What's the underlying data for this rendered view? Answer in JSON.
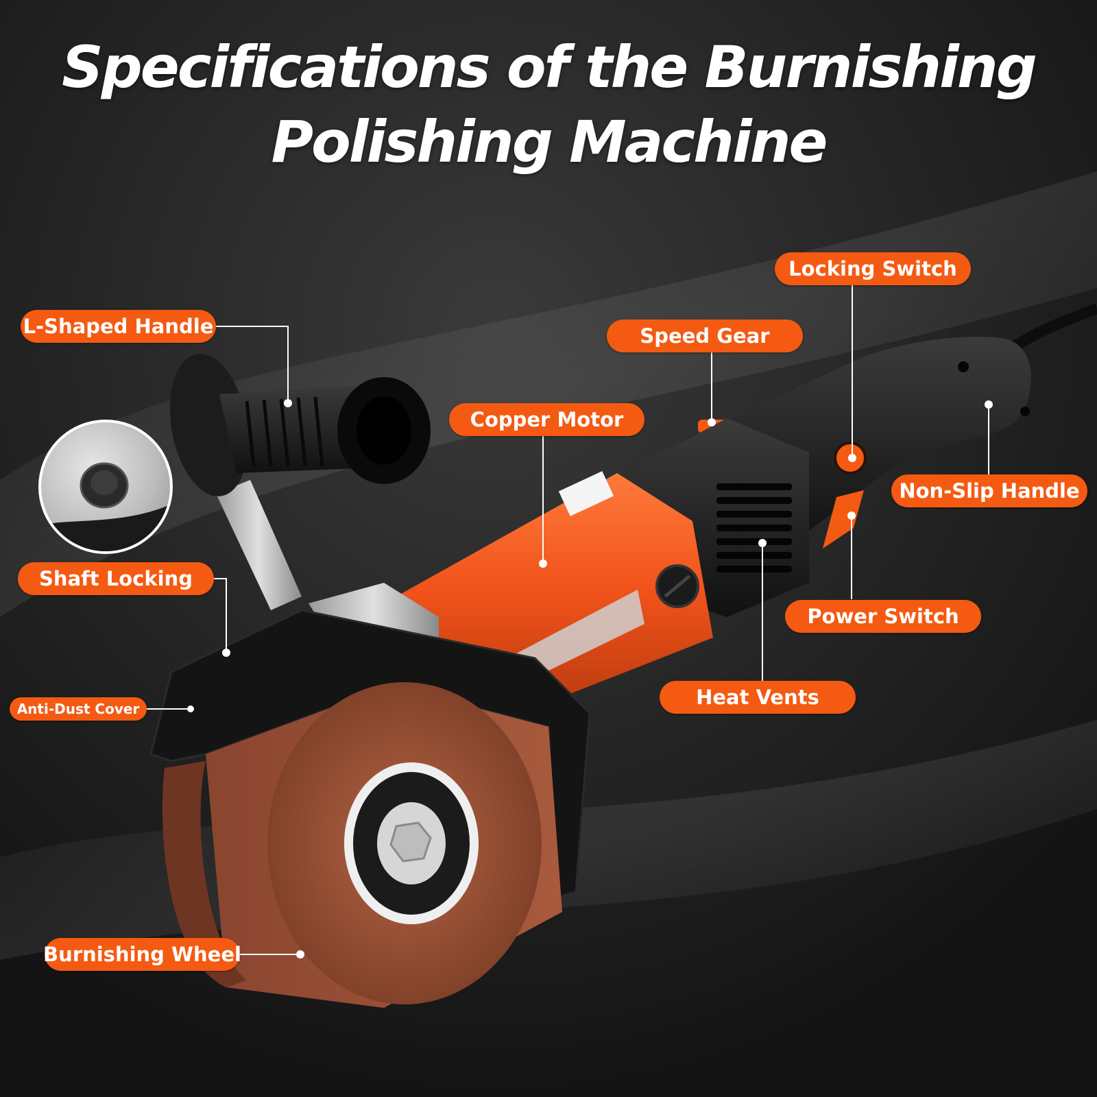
{
  "title": {
    "line1": "Specifications of the Burnishing",
    "line2": "Polishing Machine"
  },
  "labels": {
    "l_shaped_handle": "L-Shaped Handle",
    "shaft_locking": "Shaft Locking",
    "anti_dust_cover": "Anti-Dust Cover",
    "burnishing_wheel": "Burnishing Wheel",
    "copper_motor": "Copper Motor",
    "speed_gear": "Speed Gear",
    "locking_switch": "Locking Switch",
    "non_slip_handle": "Non-Slip Handle",
    "power_switch": "Power Switch",
    "heat_vents": "Heat Vents"
  },
  "colors": {
    "accent": "#f45a12",
    "label_text": "#ffffff",
    "background": "#1a1a1a"
  }
}
